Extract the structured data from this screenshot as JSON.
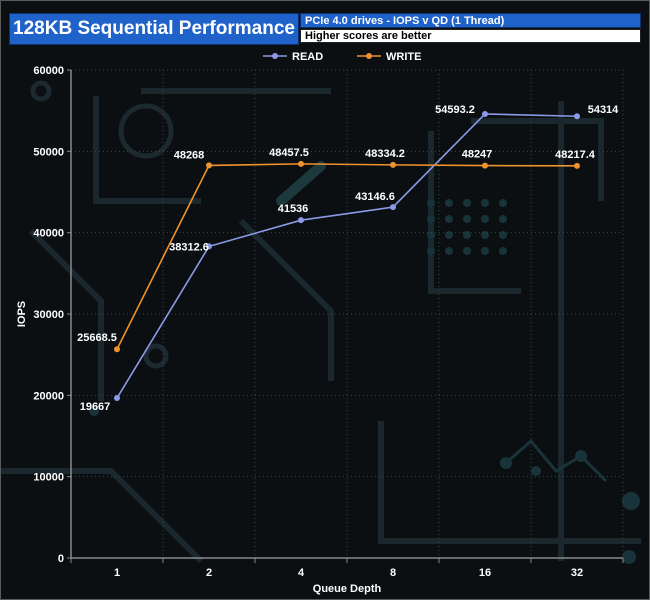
{
  "header": {
    "title": "128KB Sequential Performance",
    "subtitle": "PCIe 4.0 drives - IOPS v QD (1 Thread)",
    "note": "Higher scores are better"
  },
  "colors": {
    "read": "#8b9ae6",
    "write": "#f0922e",
    "axis": "#8a8a8a",
    "grid": "#3b4448"
  },
  "chart_data": {
    "type": "line",
    "title": "128KB Sequential Performance",
    "xlabel": "Queue Depth",
    "ylabel": "IOPS",
    "categories": [
      "1",
      "2",
      "4",
      "8",
      "16",
      "32"
    ],
    "ylim": [
      0,
      60000
    ],
    "yticks": [
      "0",
      "10000",
      "20000",
      "30000",
      "40000",
      "50000",
      "60000"
    ],
    "legend_position": "top-center",
    "series": [
      {
        "name": "READ",
        "values": [
          19667,
          38312.6,
          41536,
          43146.6,
          54593.2,
          54314
        ],
        "labels": [
          "19667",
          "38312.6",
          "41536",
          "43146.6",
          "54593.2",
          "54314"
        ]
      },
      {
        "name": "WRITE",
        "values": [
          25668.5,
          48268,
          48457.5,
          48334.2,
          48247,
          48217.4
        ],
        "labels": [
          "25668.5",
          "48268",
          "48457.5",
          "48334.2",
          "48247",
          "48217.4"
        ]
      }
    ]
  }
}
